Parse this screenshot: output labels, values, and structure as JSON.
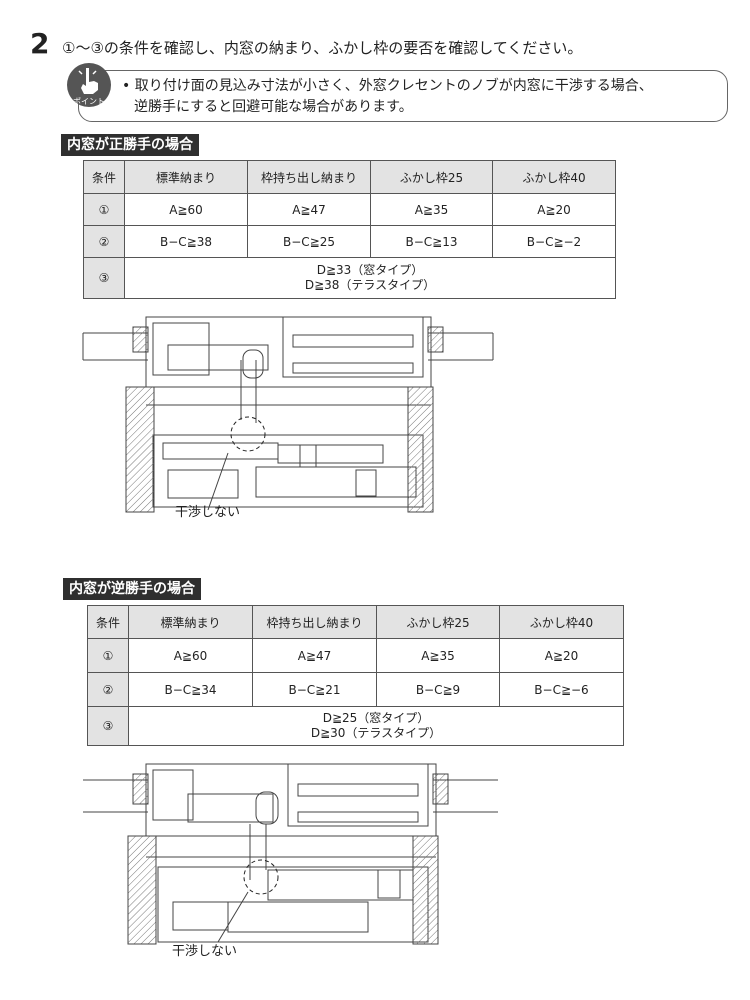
{
  "step": {
    "number": "2",
    "text": "①〜③の条件を確認し、内窓の納まり、ふかし枠の要否を確認してください。"
  },
  "point": {
    "icon_label": "ポイント",
    "line1": "• 取り付け面の見込み寸法が小さく、外窓クレセントのノブが内窓に干渉する場合、",
    "line2": "逆勝手にすると回避可能な場合があります。"
  },
  "section1": {
    "title": "内窓が正勝手の場合",
    "headers": [
      "条件",
      "標準納まり",
      "枠持ち出し納まり",
      "ふかし枠25",
      "ふかし枠40"
    ],
    "rows": [
      {
        "label": "①",
        "cells": [
          "A≧60",
          "A≧47",
          "A≧35",
          "A≧20"
        ]
      },
      {
        "label": "②",
        "cells": [
          "B−C≧38",
          "B−C≧25",
          "B−C≧13",
          "B−C≧−2"
        ]
      }
    ],
    "row3": {
      "label": "③",
      "line1": "D≧33（窓タイプ）",
      "line2": "D≧38（テラスタイプ）"
    },
    "callout": "干渉しない"
  },
  "section2": {
    "title": "内窓が逆勝手の場合",
    "headers": [
      "条件",
      "標準納まり",
      "枠持ち出し納まり",
      "ふかし枠25",
      "ふかし枠40"
    ],
    "rows": [
      {
        "label": "①",
        "cells": [
          "A≧60",
          "A≧47",
          "A≧35",
          "A≧20"
        ]
      },
      {
        "label": "②",
        "cells": [
          "B−C≧34",
          "B−C≧21",
          "B−C≧9",
          "B−C≧−6"
        ]
      }
    ],
    "row3": {
      "label": "③",
      "line1": "D≧25（窓タイプ）",
      "line2": "D≧30（テラスタイプ）"
    },
    "callout": "干渉しない"
  },
  "colors": {
    "table_header_bg": "#e3e3e3",
    "section_head_bg": "#2f2f2f",
    "hatch": "#777777"
  }
}
